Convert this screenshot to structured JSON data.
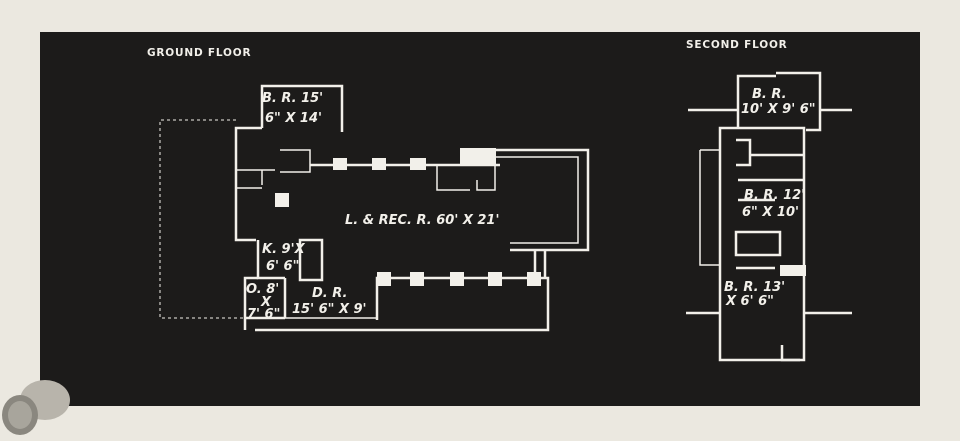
{
  "ground_floor": {
    "title": "GROUND FLOOR",
    "rooms": {
      "bedroom": {
        "line1": "B. R. 15'",
        "line2": "6\" X 14'"
      },
      "living": {
        "line1": "L. & REC. R. 60' X 21'"
      },
      "kitchen": {
        "line1": "K. 9'X",
        "line2": "6' 6\""
      },
      "office": {
        "line1": "O. 8'",
        "line2": "X",
        "line3": "7' 6\""
      },
      "dining": {
        "line1": "D. R.",
        "line2": "15' 6\" X 9'"
      }
    }
  },
  "second_floor": {
    "title": "SECOND FLOOR",
    "rooms": {
      "bedroom_1": {
        "line1": "B. R.",
        "line2": "10' X 9' 6\""
      },
      "bedroom_2": {
        "line1": "B. R. 12'",
        "line2": "6\" X 10'"
      },
      "bedroom_3": {
        "line1": "B. R. 13'",
        "line2": "X 6' 6\""
      }
    }
  },
  "colors": {
    "paper": "#ebe8e0",
    "board": "#1c1b1a",
    "ink": "#f2f0ea"
  }
}
